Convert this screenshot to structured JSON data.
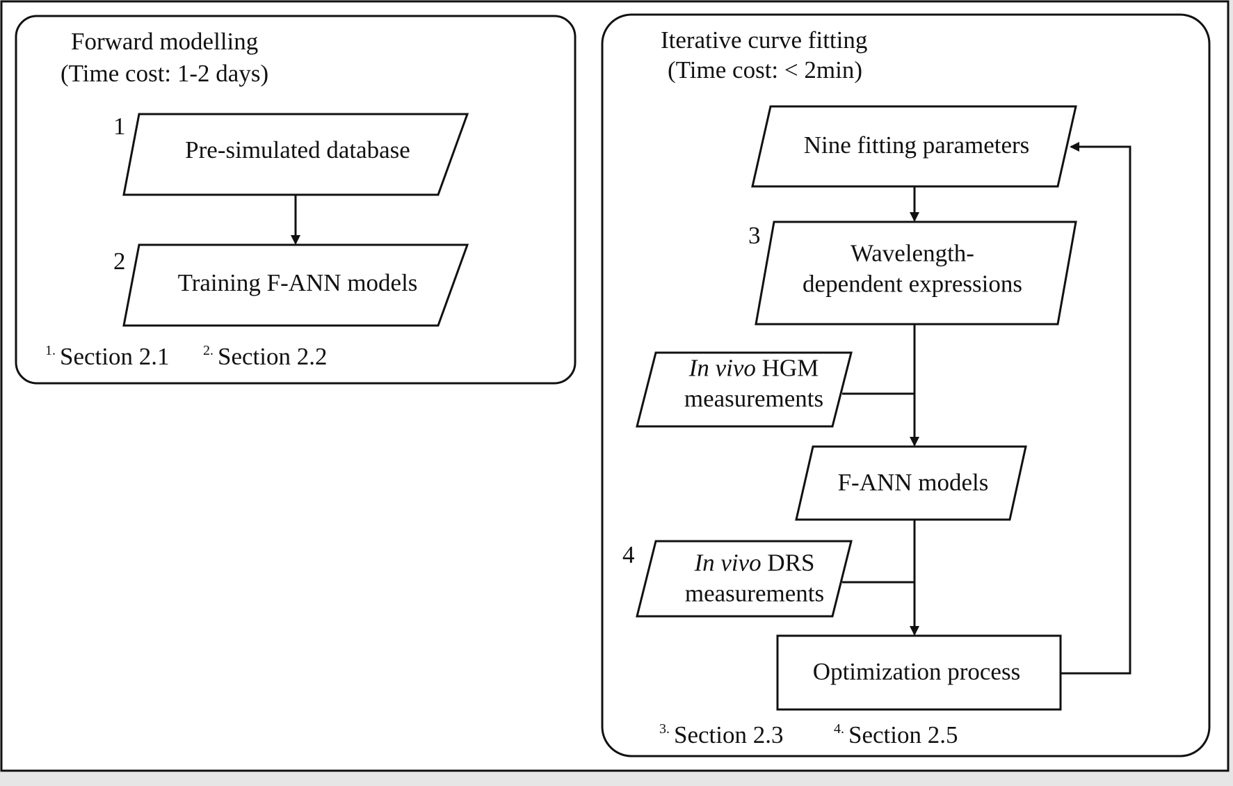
{
  "left_panel": {
    "title": "Forward modelling",
    "time_cost": "(Time cost: 1-2 days)",
    "step1_number": "1",
    "step1_label": "Pre-simulated database",
    "step2_number": "2",
    "step2_label": "Training F-ANN models",
    "footnotes": [
      {
        "marker": "1.",
        "text": "Section 2.1"
      },
      {
        "marker": "2.",
        "text": "Section 2.2"
      }
    ]
  },
  "right_panel": {
    "title": "Iterative curve fitting",
    "time_cost": "(Time cost: < 2min)",
    "params_label": "Nine fitting parameters",
    "step3_number": "3",
    "wavelength_line1": "Wavelength-",
    "wavelength_line2": "dependent expressions",
    "hgm_italic": "In vivo",
    "hgm_rest": " HGM",
    "hgm_line2": "measurements",
    "fann_label": "F-ANN models",
    "step4_number": "4",
    "drs_italic": "In vivo",
    "drs_rest": " DRS",
    "drs_line2": "measurements",
    "optimization_label": "Optimization process",
    "footnotes": [
      {
        "marker": "3.",
        "text": "Section 2.3"
      },
      {
        "marker": "4.",
        "text": "Section 2.5"
      }
    ]
  },
  "colors": {
    "stroke": "#111111",
    "background": "#ffffff",
    "shadow": "#e6e6e6"
  }
}
